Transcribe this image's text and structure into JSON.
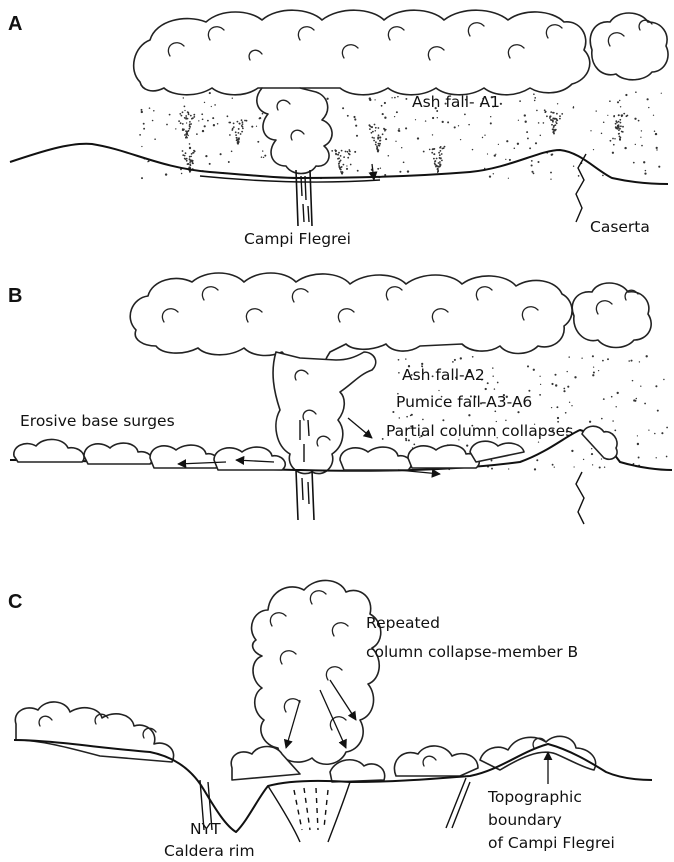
{
  "panels": {
    "a": {
      "letter": "A",
      "ash_fall": "Ash fall- A1",
      "vent_label": "Campi Flegrei",
      "caserta_label": "Caserta"
    },
    "b": {
      "letter": "B",
      "ash_fall": "Ash fall-A2",
      "pumice_fall": "Pumice fall-A3-A6",
      "partial_collapse": "Partial column collapses",
      "base_surges": "Erosive base surges"
    },
    "c": {
      "letter": "C",
      "repeated": "Repeated",
      "column_collapse": "column collapse-member B",
      "topo_line1": "Topographic",
      "topo_line2": "boundary",
      "topo_line3": "of Campi Flegrei",
      "nyt": "NYT",
      "caldera_rim": "Caldera rim"
    }
  }
}
